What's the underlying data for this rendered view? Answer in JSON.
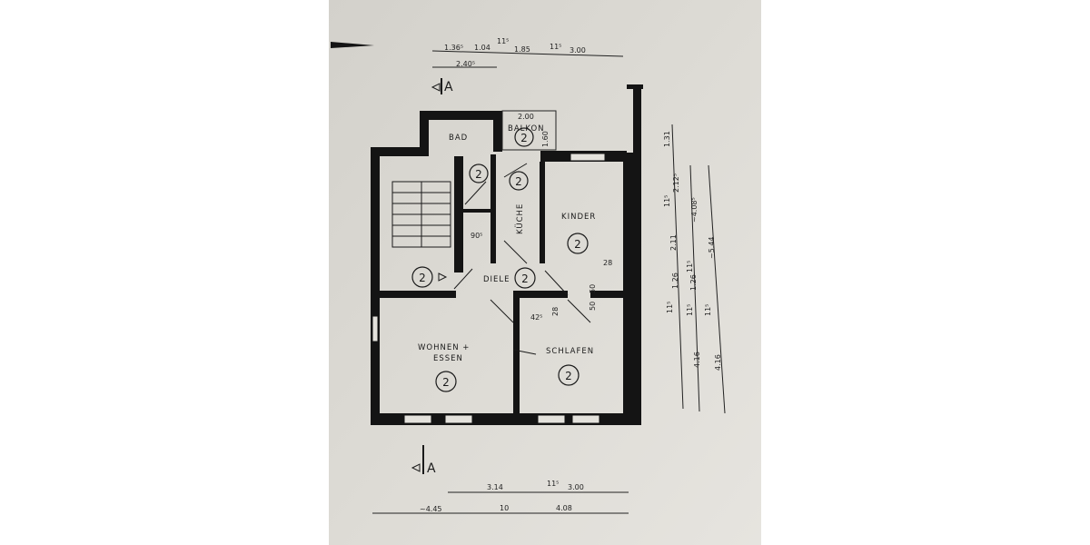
{
  "rooms": {
    "bad": "BAD",
    "balkon": "BALKON",
    "balkon_width": "2.00",
    "balkon_depth": "1.60",
    "kueche": "KÜCHE",
    "kinder": "KINDER",
    "diele": "DIELE",
    "wohnen": "WOHNEN +",
    "essen": "ESSEN",
    "schlafen": "SCHLAFEN"
  },
  "room_marker": "2",
  "section_mark": "A",
  "dimensions": {
    "top": [
      "1.36⁵",
      "1.04",
      "11⁵",
      "1.85",
      "11⁵",
      "3.00",
      "2.40⁵"
    ],
    "right": [
      "1.31",
      "11⁵",
      "2.12⁵",
      "2.11",
      "1.26",
      "11⁵",
      "4.16",
      "~4.08⁵",
      "11⁵",
      "1.26",
      "11⁵",
      "4.16",
      "~5.44",
      "11⁵"
    ],
    "bottom": [
      "3.14",
      "11⁵",
      "3.00",
      "~4.45",
      "10",
      "4.08"
    ],
    "interior": [
      "90⁵",
      "28",
      "50",
      "50",
      "42⁵",
      "28"
    ]
  },
  "colors": {
    "paper": "#d9d7d1",
    "ink": "#141414"
  }
}
